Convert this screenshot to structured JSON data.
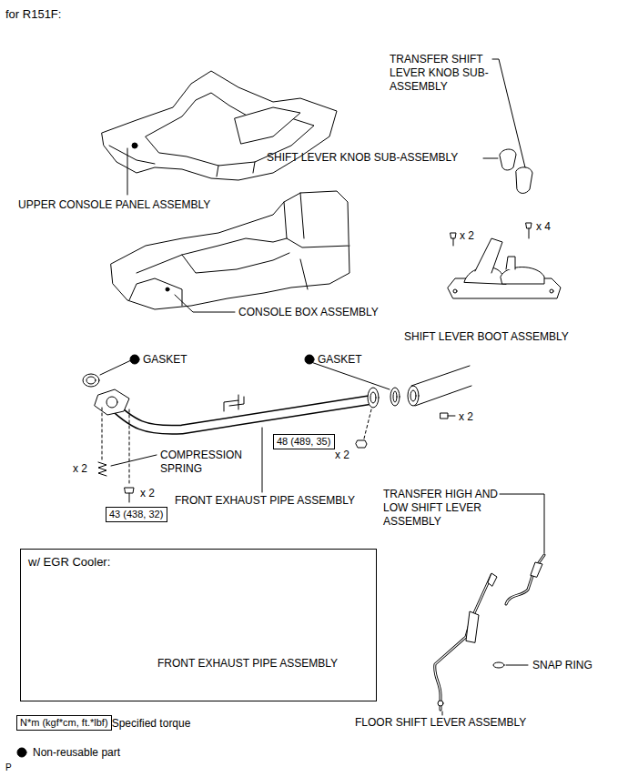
{
  "diagram": {
    "nodes": [
      {
        "text": [
          "48 (489, 35)"
        ]
      },
      {
        "text": [
          "43 (438, 32)"
        ]
      },
      {
        "text": [
          "w/ EGR Cooler:",
          "FRONT EXHAUST PIPE ASSEMBLY"
        ]
      },
      {
        "text": [
          "N*m (kgf*cm, ft.*lbf)"
        ]
      }
    ],
    "labels": [
      "for R151F:",
      "TRANSFER SHIFT LEVER KNOB SUB-ASSEMBLY",
      "SHIFT LEVER KNOB SUB-ASSEMBLY",
      "UPPER CONSOLE PANEL ASSEMBLY",
      "x 2",
      "x 4",
      "CONSOLE BOX ASSEMBLY",
      "SHIFT LEVER BOOT ASSEMBLY",
      "GASKET",
      "GASKET",
      "x 2",
      "x 2",
      "COMPRESSION SPRING",
      "x 2",
      "x 2",
      "FRONT EXHAUST PIPE ASSEMBLY",
      "TRANSFER HIGH AND LOW SHIFT LEVER ASSEMBLY",
      "SNAP RING",
      "FLOOR SHIFT LEVER ASSEMBLY",
      "P"
    ],
    "legend": [
      {
        "text": ": Specified torque"
      },
      {
        "text": "Non-reusable part"
      }
    ]
  }
}
